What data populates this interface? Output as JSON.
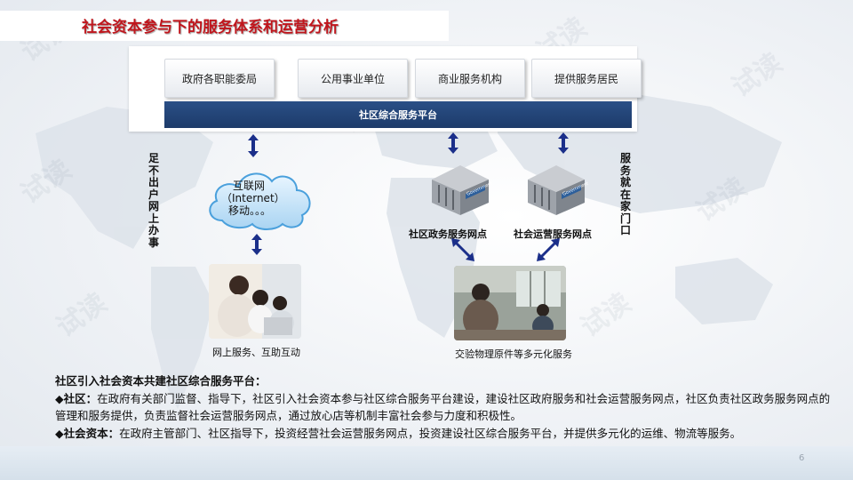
{
  "title": "社会资本参与下的服务体系和运营分析",
  "entities": [
    "政府各职能委局",
    "公用事业单位",
    "商业服务机构",
    "提供服务居民"
  ],
  "platform_label": "社区综合服务平台",
  "left_vertical": "足不出户网上办事",
  "right_vertical": "服务就在家门口",
  "cloud": {
    "line1": "互联网",
    "line2": "（Internet）",
    "line3": "移动。。。"
  },
  "building_left_label": "社区政务服务网点",
  "building_right_label": "社会运营服务网点",
  "photo_left_caption": "网上服务、互助互动",
  "photo_right_caption": "交验物理原件等多元化服务",
  "building_sign": "Government",
  "watermark_text": "试读",
  "text": {
    "heading": "社区引入社会资本共建社区综合服务平台：",
    "p1_term": "◆社区：",
    "p1_body": "在政府有关部门监督、指导下，社区引入社会资本参与社区综合服务平台建设，建设社区政府服务和社会运营服务网点，社区负责社区政务服务网点的管理和服务提供，负责监督社会运营服务网点，通过放心店等机制丰富社会参与力度和积极性。",
    "p2_term": "◆社会资本：",
    "p2_body": "在政府主管部门、社区指导下，投资经营社会运营服务网点，投资建设社区综合服务平台，并提供多元化的运维、物流等服务。"
  },
  "page_number": "6",
  "colors": {
    "title": "#c0161d",
    "platform": "#1f3d6e",
    "arrow": "#1b2f8a"
  }
}
